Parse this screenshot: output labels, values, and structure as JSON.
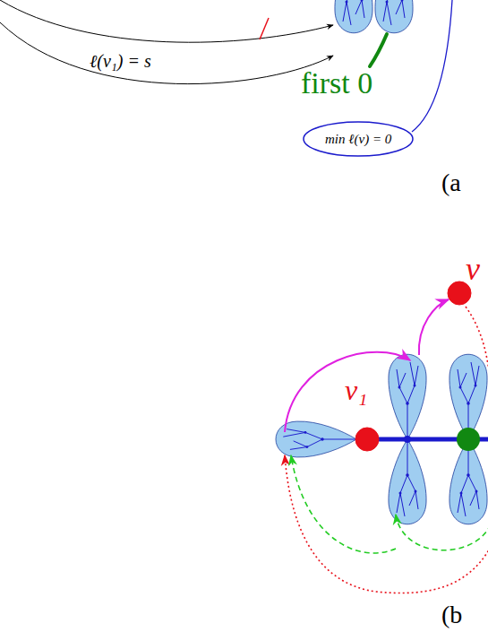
{
  "diagram": {
    "nodes": [
      {
        "text": [
          "min ℓ(v) = 0"
        ]
      },
      {
        "text": [
          "v"
        ]
      },
      {
        "text": [
          "v₁"
        ]
      }
    ],
    "labels": [
      "ℓ(v₁) = s",
      "first 0",
      "(a",
      "(b"
    ]
  }
}
